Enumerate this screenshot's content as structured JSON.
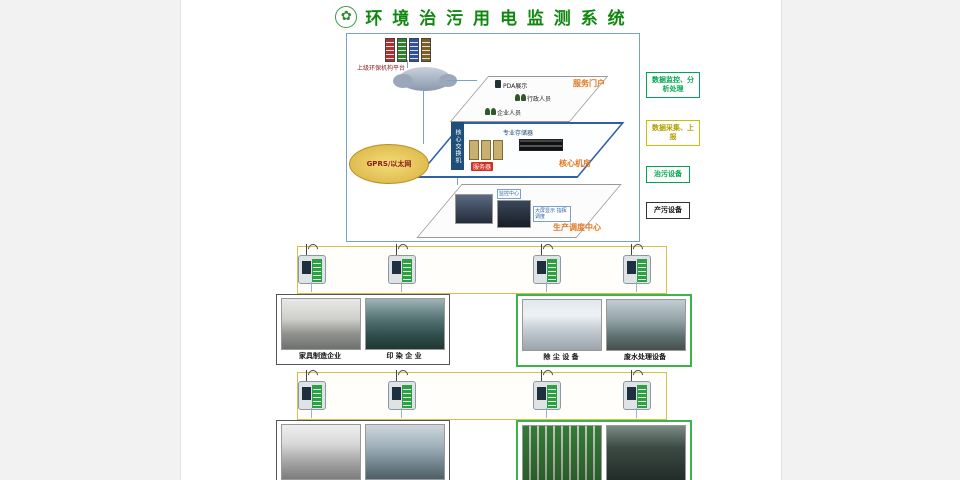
{
  "header": {
    "title": "环 境 治 污 用 电 监 测 系 统",
    "logo_icon": "flower-emblem"
  },
  "colors": {
    "title_green": "#108810",
    "accent_orange": "#e07820",
    "side_green": "#00a650",
    "side_yellow": "#b0a000",
    "line_blue": "#7aa0cc",
    "row_box_yellow": "#d4c24a",
    "group_box_green": "#3cb44a"
  },
  "diagram": {
    "upper_org": "上级环保机构平台",
    "gprs": "GPRS/以太网",
    "portal": {
      "pda": "PDA展示",
      "admin": "行政人员",
      "enterprise": "企业人员",
      "title": "服务门户"
    },
    "core": {
      "switch": "核心交换机",
      "storage": "专业存储器",
      "server": "服务器",
      "room": "核心机房"
    },
    "dispatch": {
      "label1": "监控中心",
      "label2": "大屏显示 指挥调度",
      "title": "生产调度中心"
    }
  },
  "side": {
    "monitor": "数据监控、分析处理",
    "collect": "数据采集、上报",
    "treat": "治污设备",
    "produce": "产污设备"
  },
  "groups": {
    "row1_left": {
      "captions": [
        "家具制造企业",
        "印 染 企 业"
      ]
    },
    "row1_right": {
      "captions": [
        "除 尘 设 备",
        "废水处理设备"
      ]
    }
  }
}
